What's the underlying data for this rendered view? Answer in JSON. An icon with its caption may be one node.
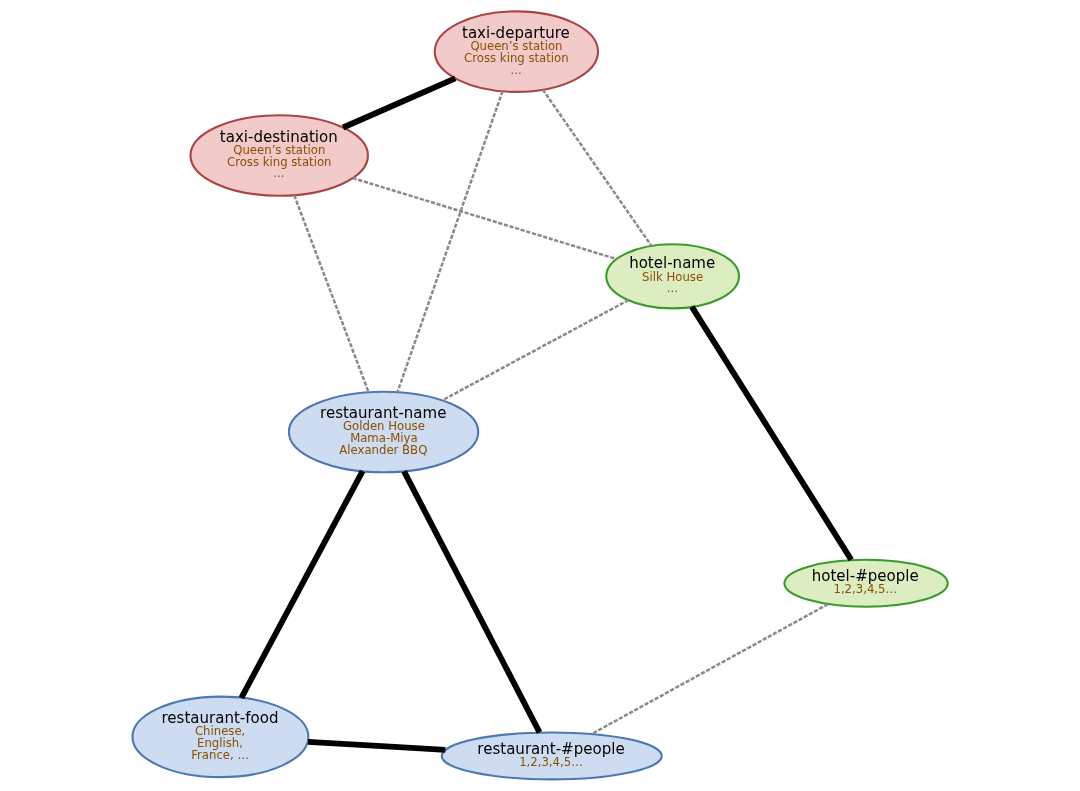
{
  "diagram": {
    "nodes": [
      {
        "text": [
          "taxi-destination",
          "Queen’s station",
          "Cross king station",
          "..."
        ]
      },
      {
        "text": [
          "hotel-name",
          "Silk House",
          "..."
        ]
      },
      {
        "text": [
          "hotel-#people",
          "1,2,3,4,5…"
        ]
      },
      {
        "text": [
          "taxi-departure",
          "Queen’s station",
          "Cross king station",
          "..."
        ]
      },
      {
        "text": [
          "restaurant-#people",
          "1,2,3,4,5…"
        ]
      },
      {
        "text": [
          "restaurant-name",
          "Golden House",
          "Mama-Miya",
          "Alexander BBQ"
        ]
      },
      {
        "text": [
          "restaurant-food",
          "Chinese,",
          "English,",
          "France, …"
        ]
      }
    ],
    "edges": [
      {
        "from": 0,
        "to": 3,
        "arrow": "none",
        "style": "thick",
        "color": "#000000"
      },
      {
        "from": 1,
        "to": 2,
        "arrow": "none",
        "style": "thick",
        "color": "#000000"
      },
      {
        "from": 5,
        "to": 4,
        "arrow": "none",
        "style": "thick",
        "color": "#000000"
      },
      {
        "from": 4,
        "to": 6,
        "arrow": "none",
        "style": "thick",
        "color": "#000000"
      },
      {
        "from": 5,
        "to": 6,
        "arrow": "none",
        "style": "thick",
        "color": "#000000"
      },
      {
        "from": 0,
        "to": 1,
        "arrow": "none",
        "style": "dashed"
      },
      {
        "from": 0,
        "to": 5,
        "arrow": "none",
        "style": "dashed"
      },
      {
        "from": 3,
        "to": 1,
        "arrow": "none",
        "style": "dashed"
      },
      {
        "from": 3,
        "to": 5,
        "arrow": "none",
        "style": "dashed"
      },
      {
        "from": 1,
        "to": 5,
        "arrow": "none",
        "style": "dashed"
      },
      {
        "from": 2,
        "to": 4,
        "arrow": "none",
        "style": "dashed"
      }
    ]
  }
}
